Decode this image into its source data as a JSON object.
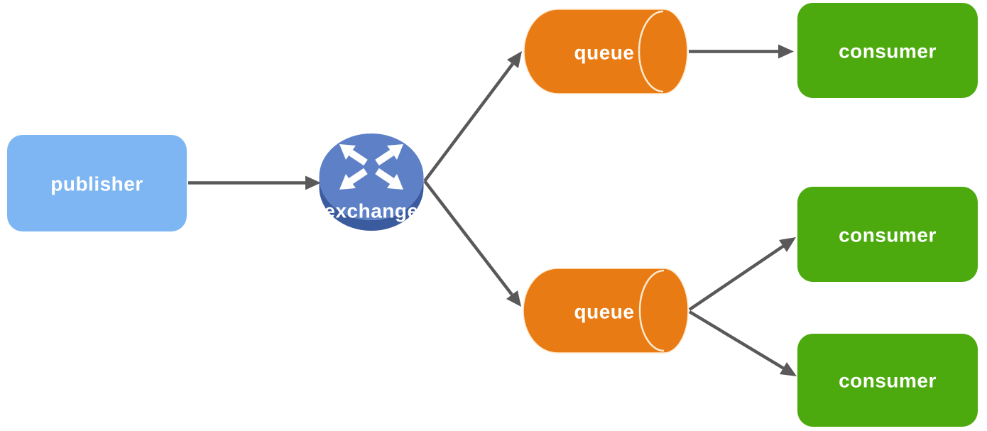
{
  "colors": {
    "background": "#ffffff",
    "publisher_fill": "#7db6f2",
    "exchange_top_fill": "#5e80c6",
    "exchange_side_fill": "#3b5b9f",
    "queue_fill": "#e87b14",
    "queue_edge_line": "#ffe9cf",
    "consumer_fill": "#4caa0e",
    "arrow": "#595959",
    "label_text": "#ffffff"
  },
  "nodes": {
    "publisher": {
      "label": "publisher",
      "shape": "rounded-rect"
    },
    "exchange": {
      "label": "exchange",
      "shape": "router-cylinder",
      "icon": "four-outward-arrows-icon"
    },
    "queue1": {
      "label": "queue",
      "shape": "horizontal-cylinder"
    },
    "queue2": {
      "label": "queue",
      "shape": "horizontal-cylinder"
    },
    "consumer1": {
      "label": "consumer",
      "shape": "rounded-rect"
    },
    "consumer2": {
      "label": "consumer",
      "shape": "rounded-rect"
    },
    "consumer3": {
      "label": "consumer",
      "shape": "rounded-rect"
    }
  },
  "edges": [
    {
      "from": "publisher",
      "to": "exchange"
    },
    {
      "from": "exchange",
      "to": "queue1"
    },
    {
      "from": "exchange",
      "to": "queue2"
    },
    {
      "from": "queue1",
      "to": "consumer1"
    },
    {
      "from": "queue2",
      "to": "consumer2"
    },
    {
      "from": "queue2",
      "to": "consumer3"
    }
  ]
}
